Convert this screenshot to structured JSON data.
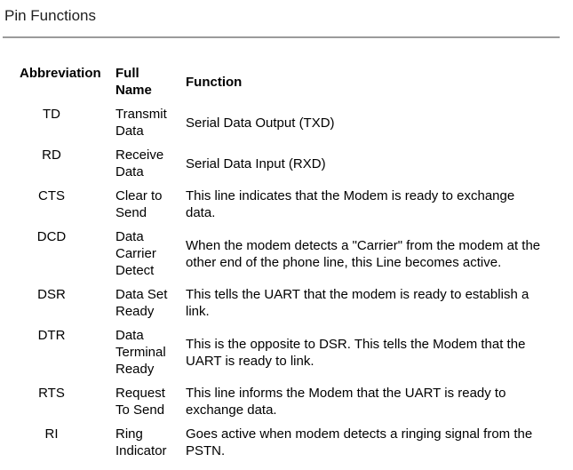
{
  "page": {
    "title": "Pin Functions"
  },
  "table": {
    "headers": {
      "abbr": "Abbreviation",
      "full_name": "Full Name",
      "function": "Function"
    },
    "rows": [
      {
        "abbr": "TD",
        "full_name": "Transmit Data",
        "function": "Serial Data Output (TXD)"
      },
      {
        "abbr": "RD",
        "full_name": "Receive Data",
        "function": "Serial Data Input (RXD)"
      },
      {
        "abbr": "CTS",
        "full_name": "Clear to Send",
        "function": "This line indicates that the Modem is ready to exchange data."
      },
      {
        "abbr": "DCD",
        "full_name": "Data Carrier Detect",
        "function": "When the modem detects a \"Carrier\" from the modem at the other end of the phone line, this Line becomes active."
      },
      {
        "abbr": "DSR",
        "full_name": "Data Set Ready",
        "function": "This tells the UART that the modem is ready to establish a link."
      },
      {
        "abbr": "DTR",
        "full_name": "Data Terminal Ready",
        "function": "This is the opposite to DSR. This tells the Modem that the UART is ready to link."
      },
      {
        "abbr": "RTS",
        "full_name": "Request To Send",
        "function": "This line informs the Modem that the UART is ready to exchange data."
      },
      {
        "abbr": "RI",
        "full_name": "Ring Indicator",
        "function": "Goes active when modem detects a ringing signal from the PSTN."
      }
    ]
  },
  "colors": {
    "text": "#000000",
    "title_text": "#1e1e1e",
    "rule": "#9b9b9b",
    "background": "#ffffff"
  }
}
